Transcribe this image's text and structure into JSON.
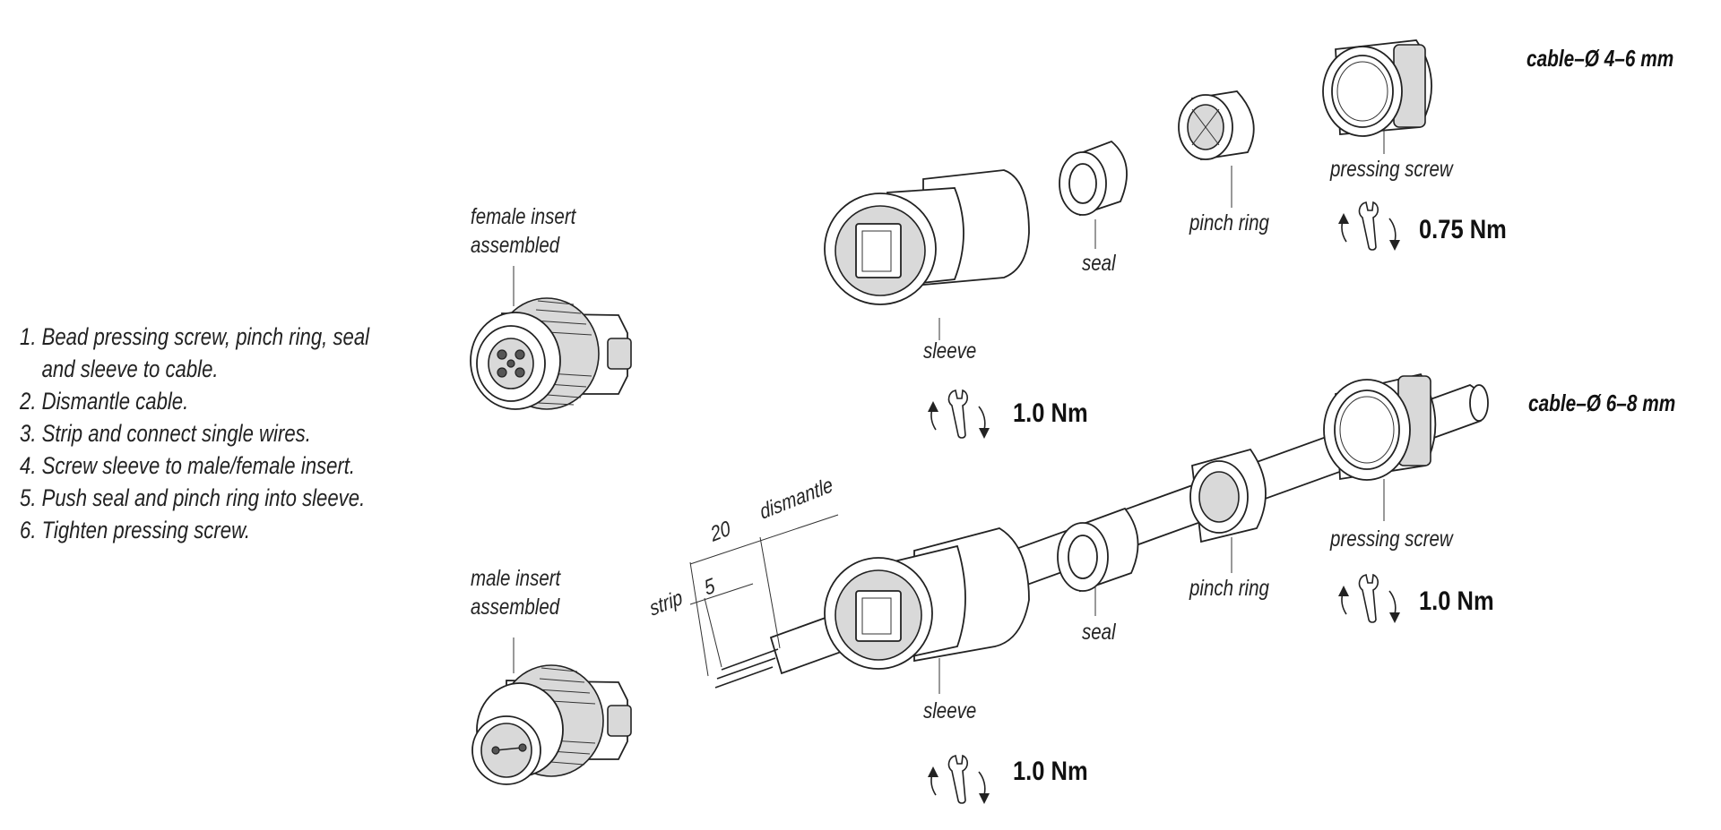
{
  "instructions": [
    {
      "num": "1.",
      "text": "Bead pressing screw, pinch ring, seal\nand sleeve to cable."
    },
    {
      "num": "2.",
      "text": "Dismantle cable."
    },
    {
      "num": "3.",
      "text": "Strip and connect single wires."
    },
    {
      "num": "4.",
      "text": "Screw sleeve to male/female insert."
    },
    {
      "num": "5.",
      "text": "Push seal and pinch ring into sleeve."
    },
    {
      "num": "6.",
      "text": "Tighten pressing screw."
    }
  ],
  "inserts": {
    "female_line1": "female insert",
    "female_line2": "assembled",
    "male_line1": "male insert",
    "male_line2": "assembled"
  },
  "top_assembly": {
    "cable_label": "cable–Ø 4–6 mm",
    "sleeve": "sleeve",
    "seal": "seal",
    "pinch_ring": "pinch ring",
    "pressing_screw": "pressing screw",
    "screw_torque": "0.75 Nm",
    "sleeve_torque": "1.0 Nm"
  },
  "bottom_assembly": {
    "cable_label": "cable–Ø 6–8 mm",
    "sleeve": "sleeve",
    "seal": "seal",
    "pinch_ring": "pinch ring",
    "pressing_screw": "pressing screw",
    "screw_torque": "1.0 Nm",
    "sleeve_torque": "1.0 Nm"
  },
  "dimensions": {
    "dismantle_value": "20",
    "dismantle_label": "dismantle",
    "strip_value": "5",
    "strip_label": "strip"
  },
  "icons": [
    "wrench-icon",
    "rotation-arrow-icon"
  ]
}
